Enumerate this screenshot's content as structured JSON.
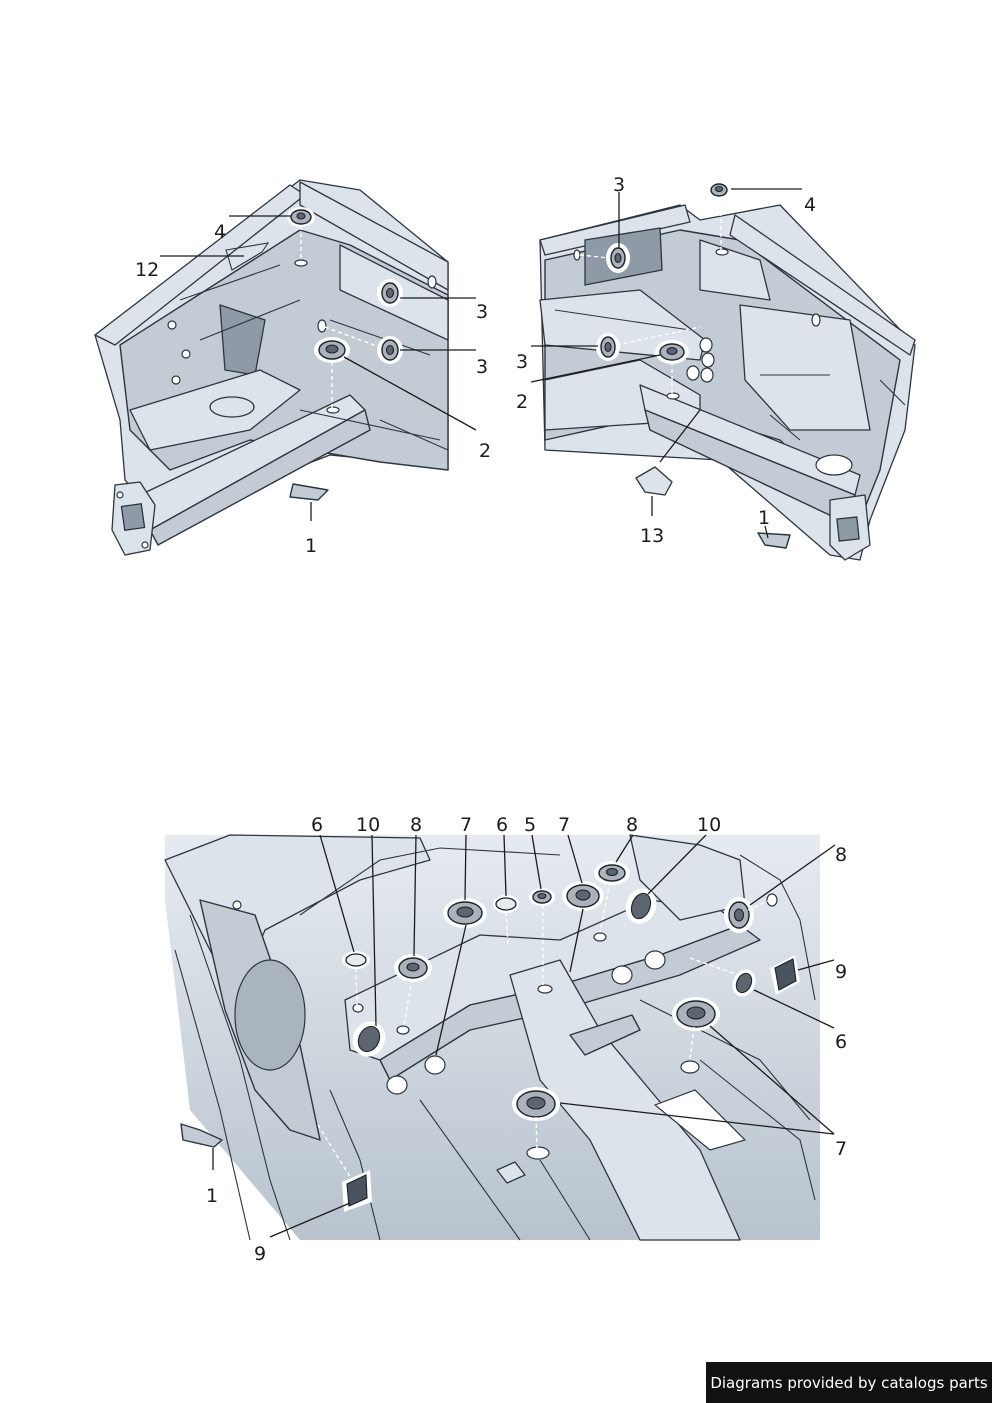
{
  "diagram": {
    "top_left_callouts": [
      "4",
      "12",
      "3",
      "3",
      "2",
      "1"
    ],
    "top_right_callouts": [
      "3",
      "4",
      "3",
      "2",
      "13",
      "1"
    ],
    "bottom_callouts": [
      "6",
      "10",
      "8",
      "7",
      "6",
      "5",
      "7",
      "8",
      "10",
      "8",
      "9",
      "6",
      "7",
      "1",
      "9"
    ]
  },
  "credit": "Diagrams provided by catalogs parts"
}
